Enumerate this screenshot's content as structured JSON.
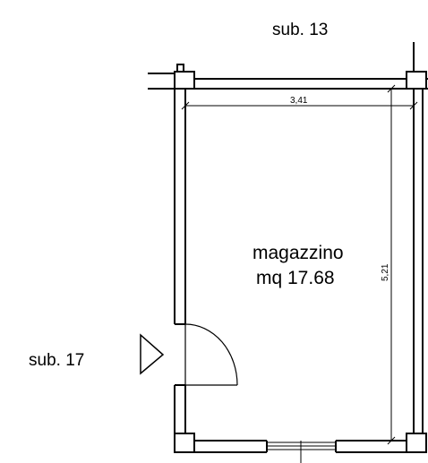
{
  "neighbors": {
    "top": "sub. 13",
    "left": "sub. 17"
  },
  "room": {
    "name": "magazzino",
    "area": "mq 17.68"
  },
  "dimensions": {
    "width": "3,41",
    "length": "5,21"
  },
  "colors": {
    "ink": "#000000",
    "background": "#ffffff"
  }
}
